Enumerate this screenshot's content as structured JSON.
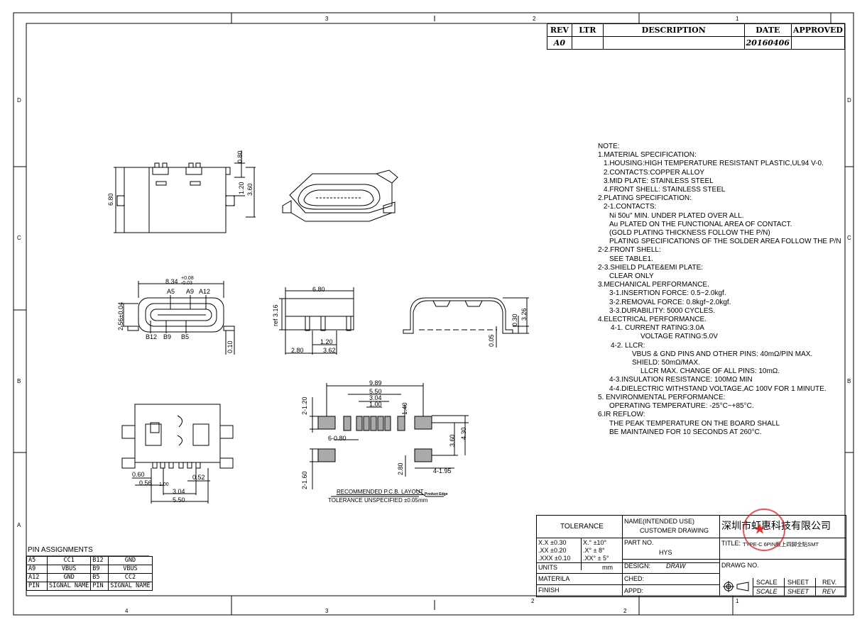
{
  "zone_numbers": {
    "top": [
      "3",
      "2",
      "1"
    ],
    "bottom": [
      "4",
      "3",
      "2",
      "2",
      "1"
    ],
    "left": [
      "D",
      "C",
      "B",
      "A"
    ],
    "right": [
      "D",
      "C",
      "B"
    ]
  },
  "revision_table": {
    "headers": [
      "REV",
      "LTR",
      "DESCRIPTION",
      "DATE",
      "APPROVED"
    ],
    "row": {
      "rev": "A0",
      "ltr": "",
      "description": "",
      "date": "20160406",
      "approved": ""
    }
  },
  "notes": [
    {
      "text": "NOTE:",
      "indent": 0
    },
    {
      "text": "1.MATERIAL  SPECIFICATION:",
      "indent": 0
    },
    {
      "text": "1.HOUSING:HIGH  TEMPERATURE  RESISTANT  PLASTIC,UL94  V-0.",
      "indent": 1
    },
    {
      "text": "2.CONTACTS:COPPER  ALLOY",
      "indent": 1
    },
    {
      "text": "3.MID  PLATE:  STAINLESS  STEEL",
      "indent": 1
    },
    {
      "text": "4.FRONT  SHELL:  STAINLESS  STEEL",
      "indent": 1
    },
    {
      "text": "2.PLATING  SPECIFICATION:",
      "indent": 0
    },
    {
      "text": "2-1.CONTACTS:",
      "indent": 1
    },
    {
      "text": "Ni  50u\"  MIN.  UNDER  PLATED  OVER  ALL.",
      "indent": 2
    },
    {
      "text": "Au  PLATED  ON  THE  FUNCTIONAL  AREA  OF  CONTACT.",
      "indent": 2
    },
    {
      "text": "(GOLD  PLATING  THICKNESS  FOLLOW  THE  P/N)",
      "indent": 2
    },
    {
      "text": "PLATING  SPECIFICATIONS  OF  THE  SOLDER  AREA  FOLLOW  THE  P/N",
      "indent": 2
    },
    {
      "text": "2-2.FRONT  SHELL:",
      "indent": 0
    },
    {
      "text": "SEE  TABLE1.",
      "indent": 2
    },
    {
      "text": "2-3.SHIELD  PLATE&EMI  PLATE:",
      "indent": 0
    },
    {
      "text": "CLEAR  ONLY",
      "indent": 2
    },
    {
      "text": "3.MECHANICAL  PERFORMANCE.",
      "indent": 0
    },
    {
      "text": "3-1.INSERTION  FORCE:  0.5~2.0kgf.",
      "indent": 2
    },
    {
      "text": "3-2.REMOVAL  FORCE:  0.8kgf~2.0kgf.",
      "indent": 2
    },
    {
      "text": "3-3.DURABILITY:  5000  CYCLES.",
      "indent": 2
    },
    {
      "text": "4.ELECTRICAL  PERFORMANCE.",
      "indent": 0
    },
    {
      "text": "4-1.  CURRENT  RATING:3.0A",
      "indent": 3
    },
    {
      "text": "VOLTAGE  RATING:5.0V",
      "indent": 5
    },
    {
      "text": "4-2.  LLCR:",
      "indent": 3
    },
    {
      "text": "VBUS  &  GND  PINS  AND  OTHER  PINS:  40mΩ/PIN  MAX.",
      "indent": 4
    },
    {
      "text": "SHIELD:  50mΩ/MAX.",
      "indent": 4
    },
    {
      "text": "LLCR  MAX.  CHANGE  OF  ALL  PINS:  10mΩ.",
      "indent": 5
    },
    {
      "text": "4-3.INSULATION  RESISTANCE:  100MΩ    MIN",
      "indent": 2
    },
    {
      "text": "4-4.DIELECTRIC  WITHSTAND  VOLTAGE,AC  100V  FOR  1  MINUTE.",
      "indent": 2
    },
    {
      "text": "5.  ENVIRONMENTAL  PERFORMANCE:",
      "indent": 0
    },
    {
      "text": "OPERATING  TEMPERATURE:  -25°C~+85°C.",
      "indent": 2
    },
    {
      "text": "6.IR  REFLOW:",
      "indent": 0
    },
    {
      "text": "THE  PEAK  TEMPERATURE  ON  THE  BOARD  SHALL",
      "indent": 2
    },
    {
      "text": "BE  MAINTAINED  FOR  10  SECONDS  AT  260°C.",
      "indent": 2
    }
  ],
  "dimensions": {
    "top_view": {
      "d080": "0.80",
      "d120": "1.20",
      "d360": "3.60",
      "d680": "6.80"
    },
    "front_view": {
      "d834": "8.34",
      "d834_tol_plus": "+0.08",
      "d834_tol_minus": "-0.03",
      "a5": "A5",
      "a9": "A9",
      "a12": "A12",
      "b12": "B12",
      "b9": "B9",
      "b5": "B5",
      "d256": "2.56±0.04",
      "d010": "0.10"
    },
    "side_view": {
      "d680": "6.80",
      "ref316": "ref 3.16",
      "d120": "1.20",
      "d280": "2.80",
      "d362": "3.62"
    },
    "end_view": {
      "d030": "0.30",
      "d326": "3.26",
      "d005": "0.05"
    },
    "bottom_view": {
      "d060": "0.60",
      "d056": "0.56",
      "d100": "1.00",
      "d052": "0.52",
      "d304": "3.04",
      "d550": "5.50"
    },
    "pcb_layout": {
      "d989": "9.89",
      "d550": "5.50",
      "d304": "3.04",
      "d100": "1.00",
      "d2x120": "2-1.20",
      "d140": "1.40",
      "d6x080": "6-0.80",
      "d360": "3.60",
      "d430": "4.30",
      "d280": "2.80",
      "d4x195": "4-1.95",
      "d2x160": "2-1.60",
      "caption": "RECOMMENDED  P.C.B.  LAYOUT",
      "tolerance": "TOLERANCE  UNSPECIFIED  ±0.05mm",
      "product_edge": "Product Edge"
    }
  },
  "pin_assignments": {
    "title": "PIN  ASSIGNMENTS",
    "rows": [
      [
        "A5",
        "CC1",
        "B12",
        "GND"
      ],
      [
        "A9",
        "VBUS",
        "B9",
        "VBUS"
      ],
      [
        "A12",
        "GND",
        "B5",
        "CC2"
      ]
    ],
    "footer": [
      "PIN",
      "SIGNAL NAME",
      "PIN",
      "SIGNAL NAME"
    ]
  },
  "title_block": {
    "tolerance_label": "TOLERANCE",
    "tolerances": [
      [
        "X.X    ±0.30",
        "X.°    ±10°"
      ],
      [
        ".XX    ±0.20",
        ".X°    ±  8°"
      ],
      [
        ".XXX  ±0.10",
        ".XX°  ±  5°"
      ]
    ],
    "units_label": "UNITS",
    "units_value": "mm",
    "material_label": "MATERILA",
    "finish_label": "FINISH",
    "name_label": "NAME(INTENDED  USE)",
    "name_value": "CUSTOMER  DRAWING",
    "part_no_label": "PART  NO.",
    "part_no_value": "HYS",
    "design_label": "DESIGN:",
    "design_value": "DRAW",
    "checked_label": "CHED:",
    "approved_label": "APPD:",
    "company": "深圳市虹惠科技有限公司",
    "title_label": "TITLE:",
    "title_value": "TYPE-C  6PIN板上四脚全贴SMT",
    "drawing_no_label": "DRAWG  NO.",
    "scale_label": "SCALE",
    "sheet_label": "SHEET",
    "rev_label": "REV."
  }
}
